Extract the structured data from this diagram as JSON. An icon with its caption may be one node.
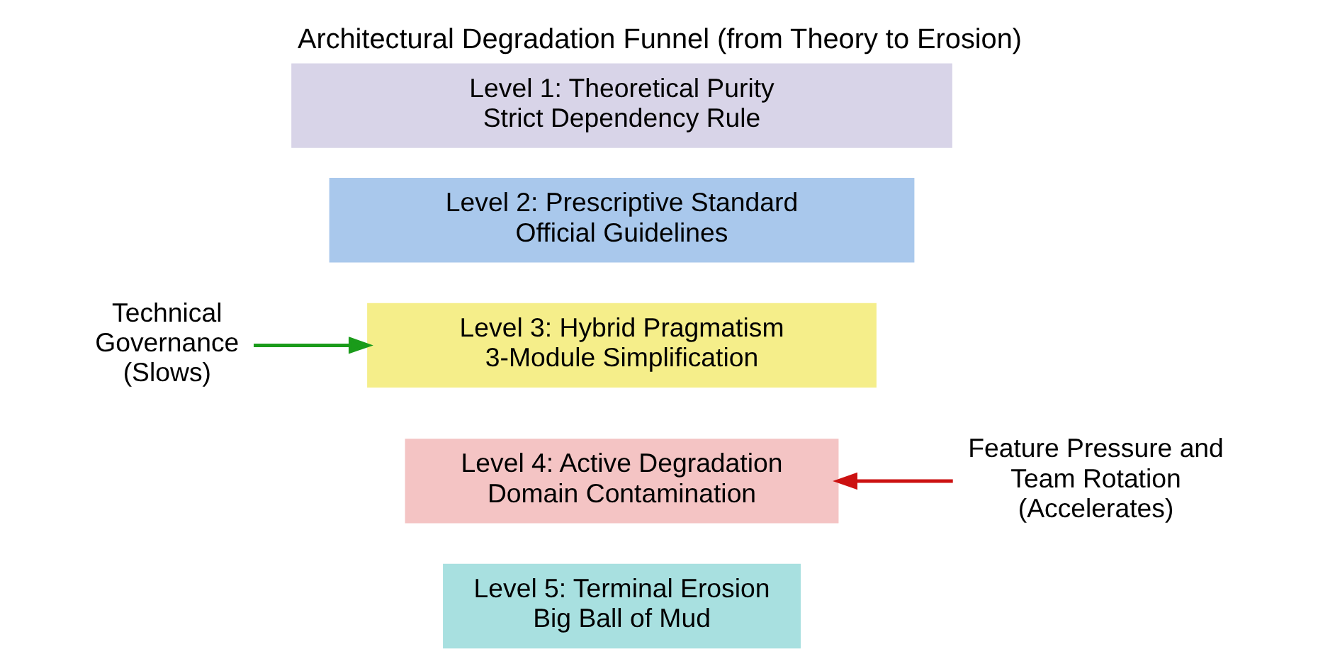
{
  "diagram": {
    "title": "Architectural Degradation Funnel (from Theory to Erosion)",
    "nodes": [
      {
        "text": [
          "Level 1: Theoretical Purity",
          "Strict Dependency Rule"
        ]
      },
      {
        "text": [
          "Level 2: Prescriptive Standard",
          "Official Guidelines"
        ]
      },
      {
        "text": [
          "Level 3: Hybrid Pragmatism",
          "3-Module Simplification"
        ]
      },
      {
        "text": [
          "Level 4: Active Degradation",
          "Domain Contamination"
        ]
      },
      {
        "text": [
          "Level 5: Terminal Erosion",
          "Big Ball of Mud"
        ]
      },
      {
        "text": [
          "Technical Governance (Slows)"
        ]
      },
      {
        "text": [
          "Feature Pressure and Team Rotation (Accelerates)"
        ]
      }
    ],
    "edges": [
      {
        "from": 5,
        "to": 2,
        "arrow": "to",
        "color": "#1a9b1a"
      },
      {
        "from": 6,
        "to": 3,
        "arrow": "to",
        "color": "#cc1111"
      }
    ]
  }
}
